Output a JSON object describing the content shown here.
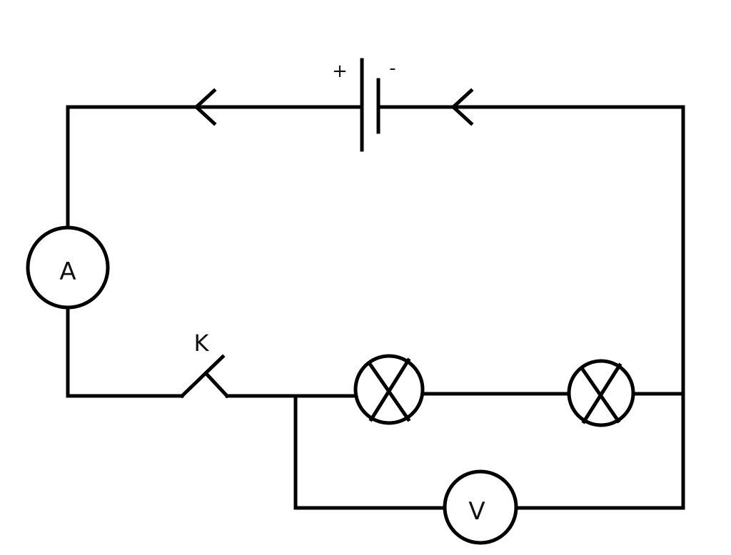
{
  "labels": {
    "battery_positive": "+",
    "battery_negative": "-",
    "ammeter": "A",
    "voltmeter": "V",
    "switch": "K"
  },
  "colors": {
    "stroke": "#000000",
    "background": "#ffffff"
  }
}
